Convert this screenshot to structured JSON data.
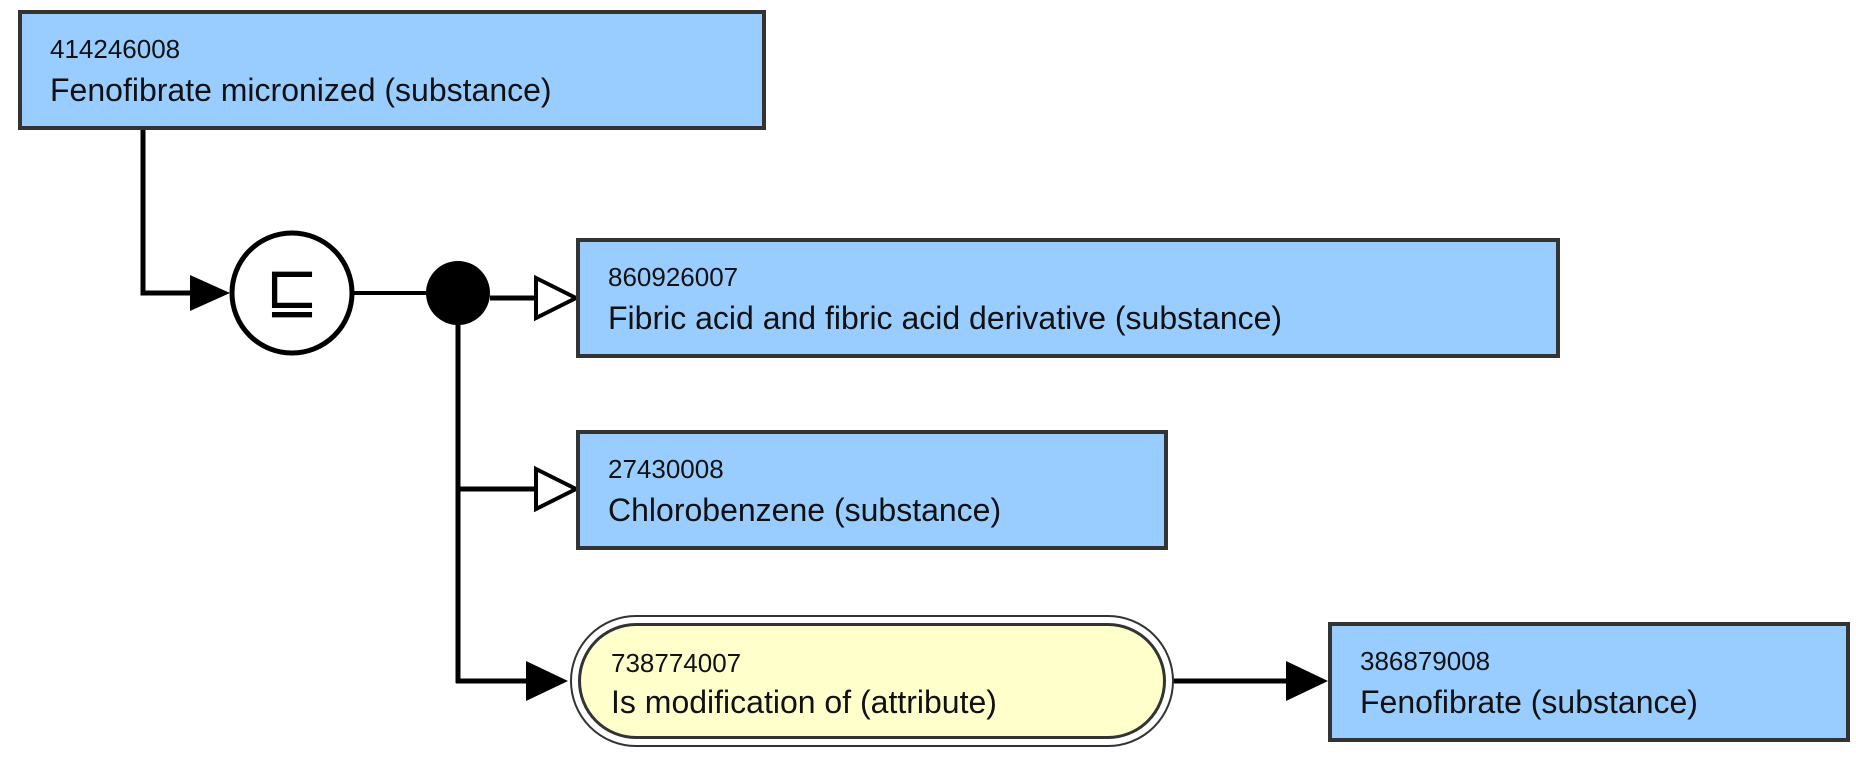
{
  "nodes": {
    "root": {
      "id": "414246008",
      "term": "Fenofibrate micronized (substance)"
    },
    "parent1": {
      "id": "860926007",
      "term": "Fibric acid and fibric acid derivative (substance)"
    },
    "parent2": {
      "id": "27430008",
      "term": "Chlorobenzene (substance)"
    },
    "attribute": {
      "id": "738774007",
      "term": "Is modification of (attribute)"
    },
    "value": {
      "id": "386879008",
      "term": "Fenofibrate (substance)"
    }
  },
  "symbols": {
    "definition_status": "⊑"
  },
  "colors": {
    "concept_fill": "#99ccff",
    "attribute_fill": "#ffffcc",
    "stroke": "#000000",
    "border": "#333333"
  }
}
